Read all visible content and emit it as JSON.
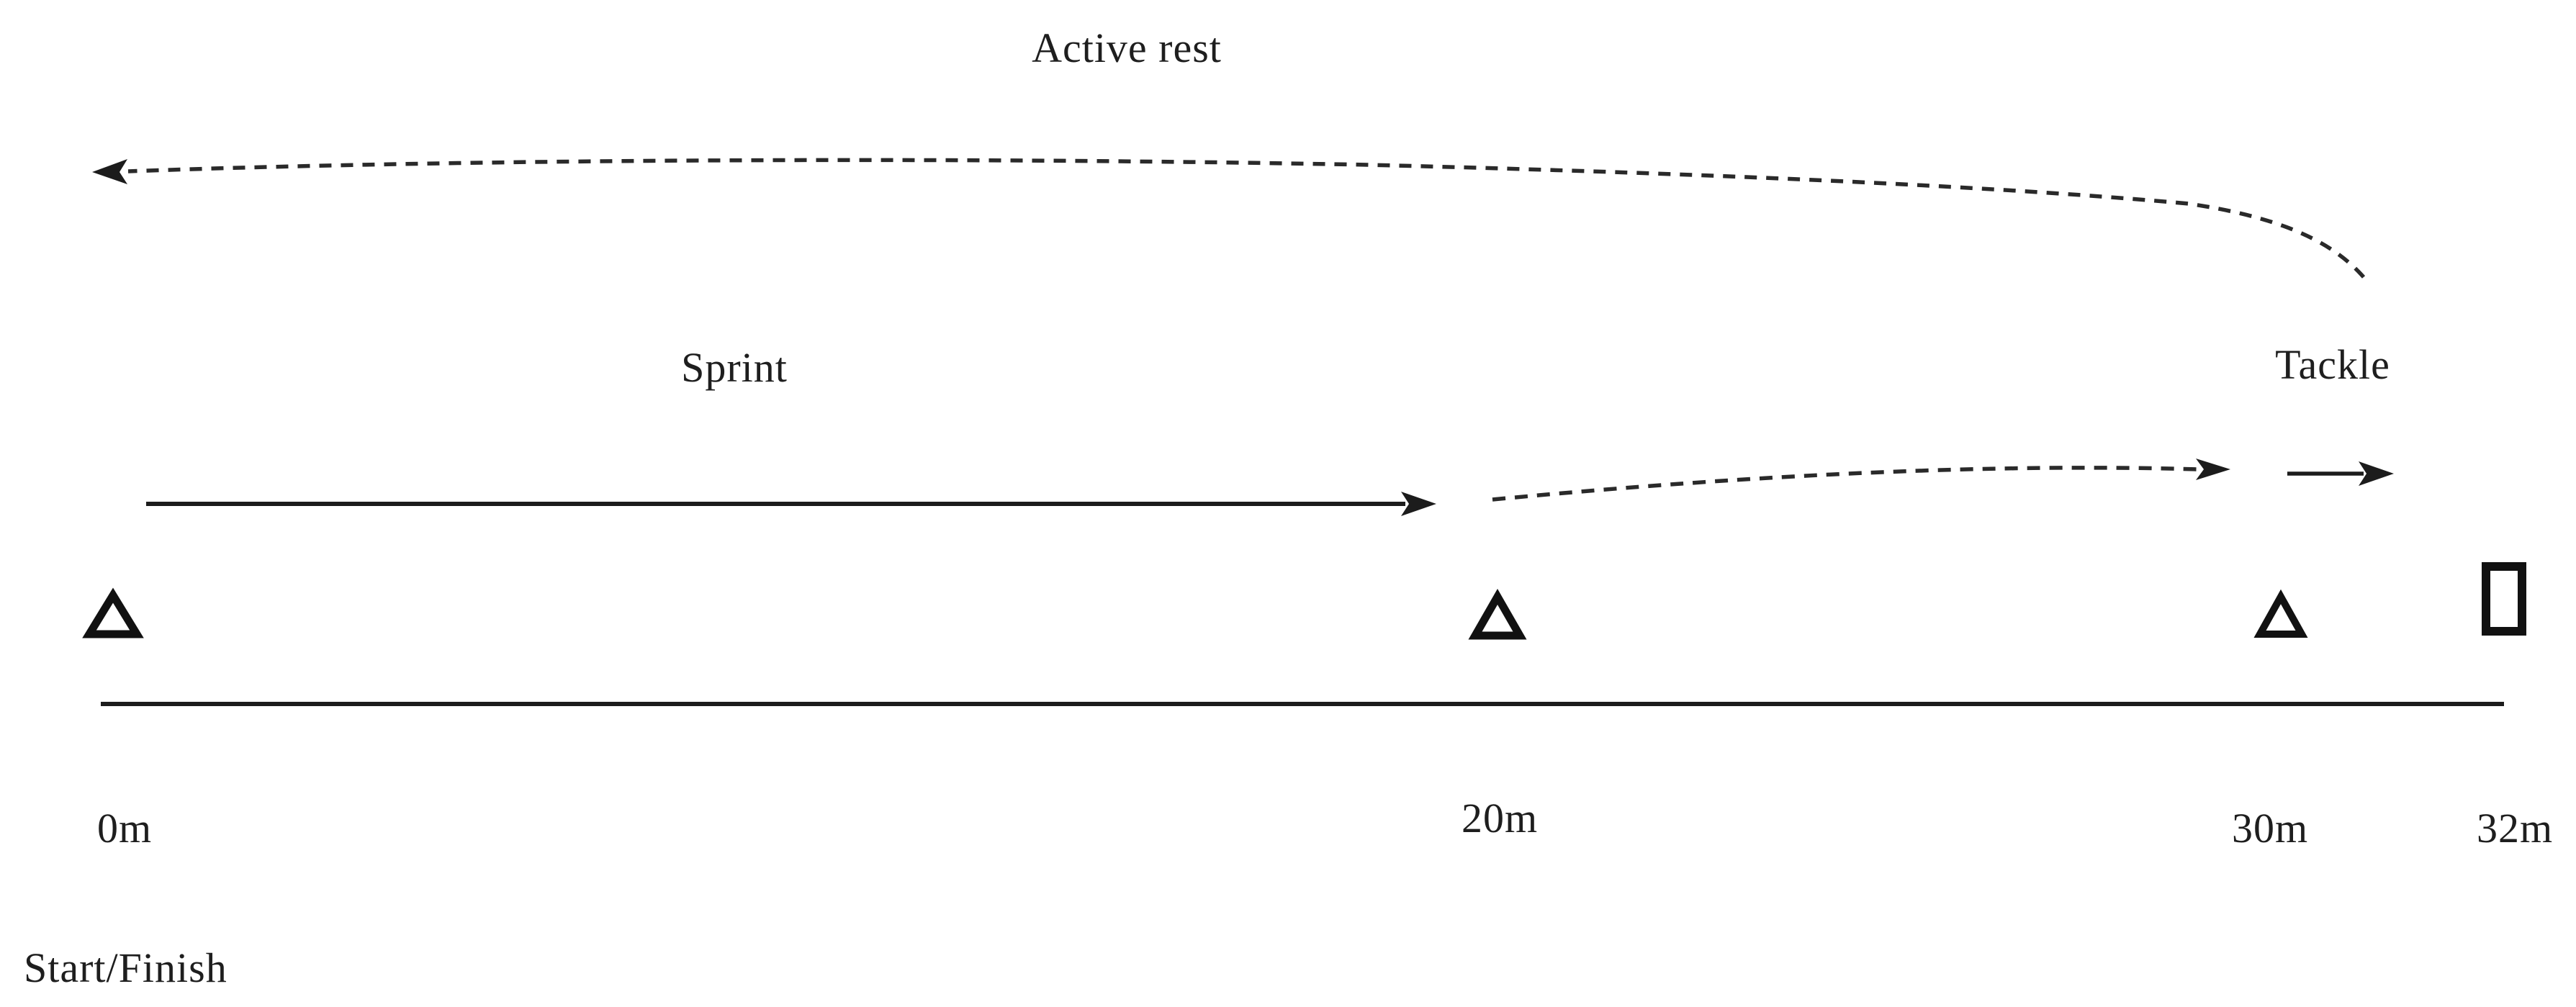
{
  "diagram": {
    "phase_labels": {
      "active_rest": "Active rest",
      "sprint": "Sprint",
      "tackle": "Tackle"
    },
    "start_finish_label": "Start/Finish",
    "distance_markers": [
      {
        "label": "0m"
      },
      {
        "label": "20m"
      },
      {
        "label": "30m"
      },
      {
        "label": "32m"
      }
    ],
    "icons": {
      "cone_markers": "triangle-outline at 0m, 20m, 30m",
      "tackle_bag_marker": "rectangle-outline at 32m"
    },
    "colors": {
      "ink": "#1e1e1e",
      "background": "#ffffff"
    }
  }
}
